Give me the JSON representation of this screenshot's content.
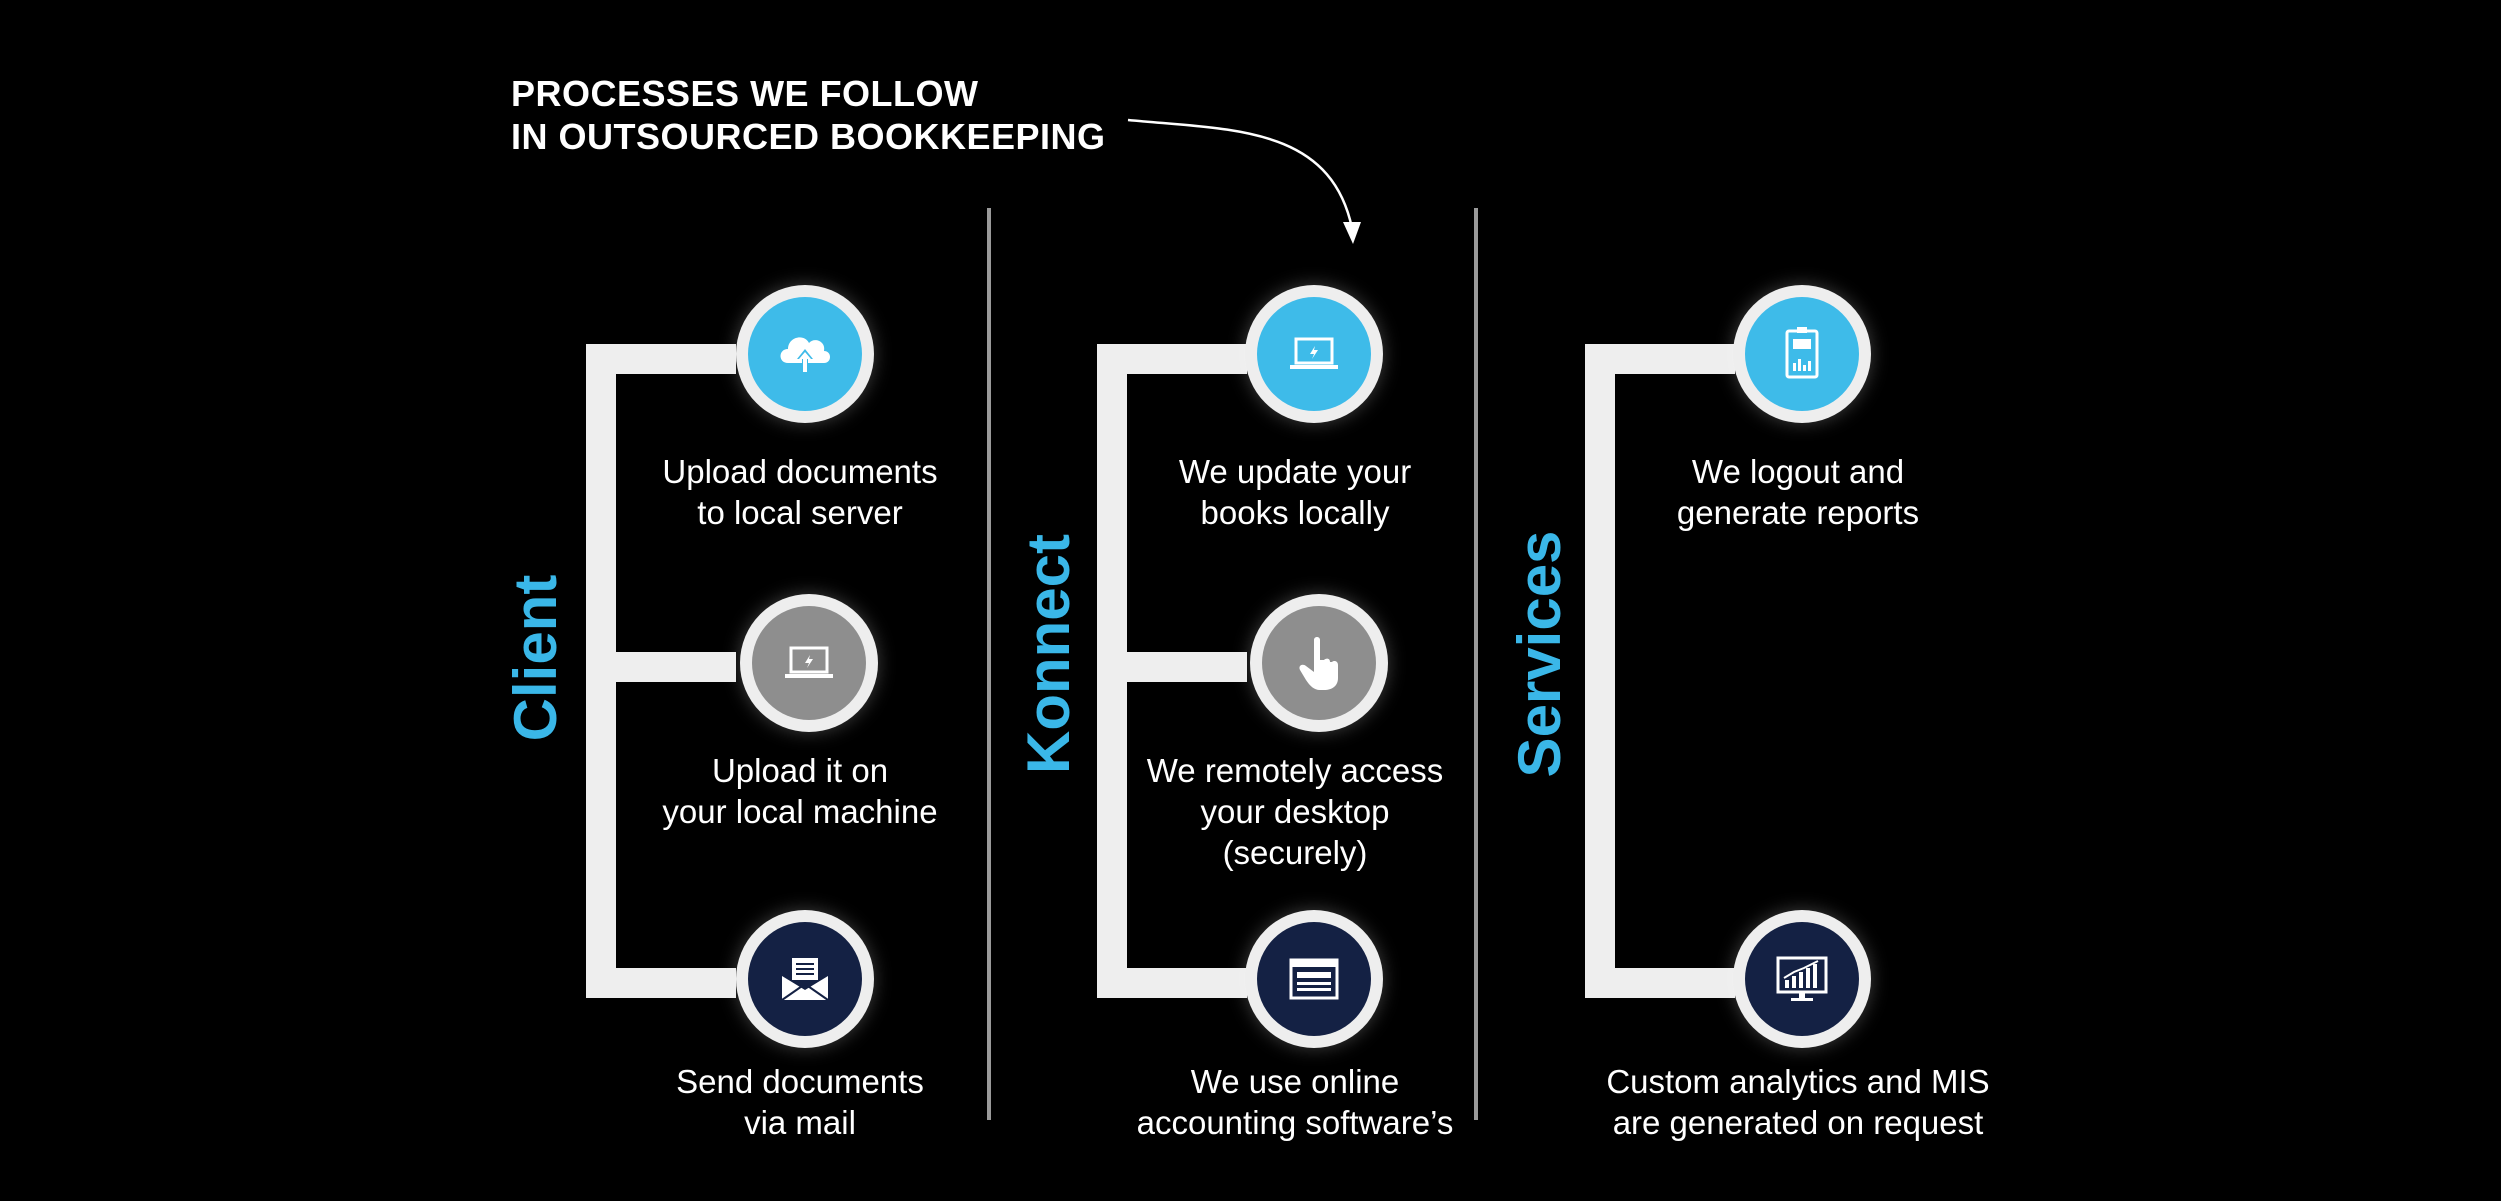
{
  "title": {
    "line1": "PROCESSES WE FOLLOW",
    "line2": "IN OUTSOURCED BOOKKEEPING"
  },
  "colors": {
    "background": "#000000",
    "accent": "#3ab7e8",
    "bracket": "#eeeeee",
    "navy": "#142144",
    "gray": "#8e8e8e",
    "divider": "#9a9a9a"
  },
  "columns": [
    {
      "label": "Client",
      "steps": [
        {
          "icon": "cloud-upload-icon",
          "style": "blue",
          "line1": "Upload documents",
          "line2": "to local server",
          "line3": ""
        },
        {
          "icon": "laptop-icon",
          "style": "gray",
          "line1": "Upload it on",
          "line2": "your local machine",
          "line3": ""
        },
        {
          "icon": "mail-envelope-icon",
          "style": "navy",
          "line1": "Send documents",
          "line2": "via mail",
          "line3": ""
        }
      ]
    },
    {
      "label": "Konnect",
      "steps": [
        {
          "icon": "laptop-icon",
          "style": "blue",
          "line1": "We update your",
          "line2": "books locally",
          "line3": ""
        },
        {
          "icon": "pointing-hand-icon",
          "style": "gray",
          "line1": "We remotely access",
          "line2": "your desktop",
          "line3": "(securely)"
        },
        {
          "icon": "browser-window-icon",
          "style": "navy",
          "line1": "We use online",
          "line2": "accounting software’s",
          "line3": ""
        }
      ]
    },
    {
      "label": "Services",
      "steps": [
        {
          "icon": "report-clipboard-icon",
          "style": "blue",
          "line1": "We logout and",
          "line2": "generate reports",
          "line3": ""
        },
        {
          "icon": "analytics-monitor-icon",
          "style": "navy",
          "line1": "Custom analytics and MIS",
          "line2": "are generated on request",
          "line3": ""
        }
      ]
    }
  ]
}
